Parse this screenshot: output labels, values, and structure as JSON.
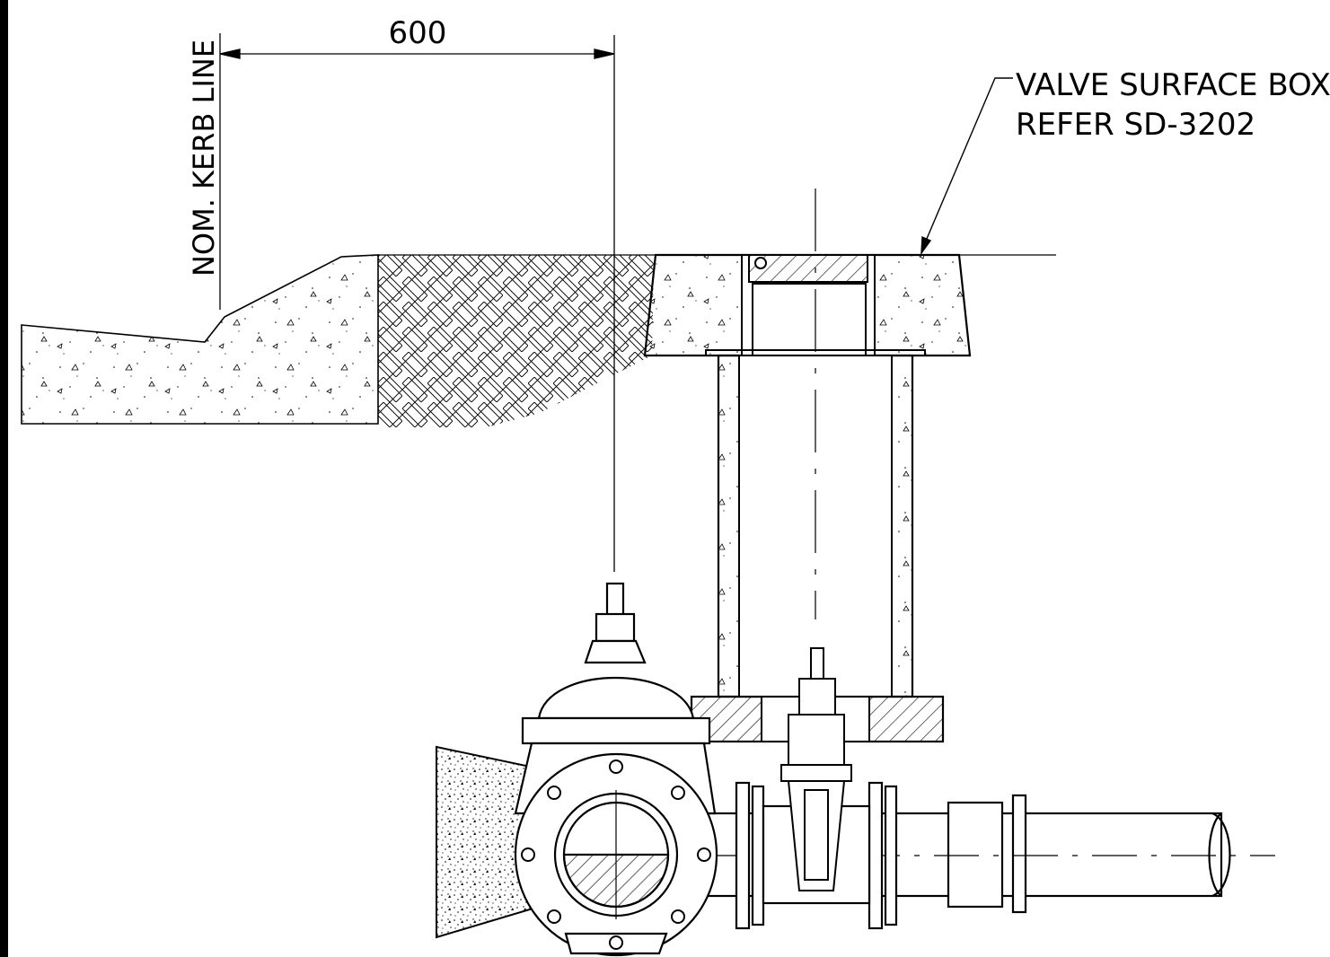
{
  "drawing": {
    "dimension_value": "600",
    "kerb_label": "NOM. KERB LINE",
    "callout_line1": "VALVE SURFACE BOX",
    "callout_line2": "REFER SD-3202"
  },
  "colors": {
    "line": "#000000",
    "background": "#ffffff",
    "frame": "#000000"
  }
}
